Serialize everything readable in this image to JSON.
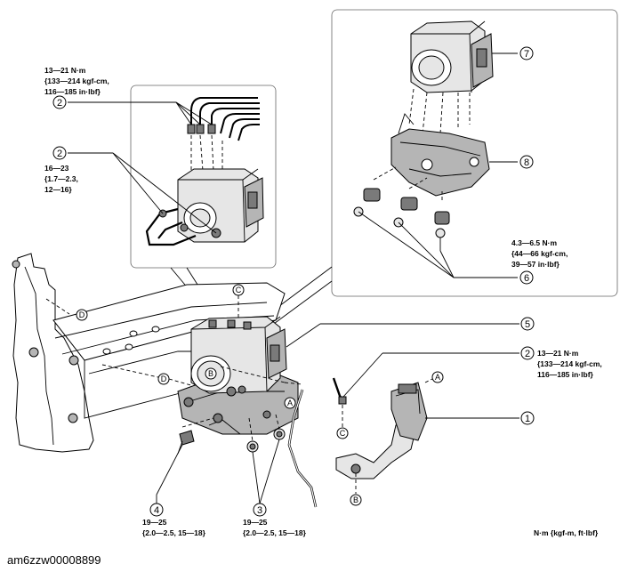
{
  "callouts": {
    "c1": "1",
    "c2": "2",
    "c3": "3",
    "c4": "4",
    "c5": "5",
    "c6": "6",
    "c7": "7",
    "c8": "8"
  },
  "letters": {
    "a": "A",
    "b": "B",
    "c": "C",
    "d": "D"
  },
  "torque": {
    "top_left": [
      "13—21 N·m",
      "{133—214 kgf-cm,",
      "116—185 in·lbf}"
    ],
    "mid_left": [
      "16—23",
      "{1.7—2.3,",
      "12—16}"
    ],
    "right_mid": [
      "13—21 N·m",
      "{133—214 kgf-cm,",
      "116—185 in·lbf}"
    ],
    "inset_right": [
      "4.3—6.5 N·m",
      "{44—66 kgf-cm,",
      "39—57 in·lbf}"
    ],
    "bottom_4": [
      "19—25",
      "{2.0—2.5, 15—18}"
    ],
    "bottom_3": [
      "19—25",
      "{2.0—2.5, 15—18}"
    ]
  },
  "units": "N·m {kgf-m, ft·lbf}",
  "figure_code": "am6zzw00008899",
  "colors": {
    "line": "#000000",
    "fill_light": "#e6e6e6",
    "fill_dark": "#7a7a7a"
  }
}
